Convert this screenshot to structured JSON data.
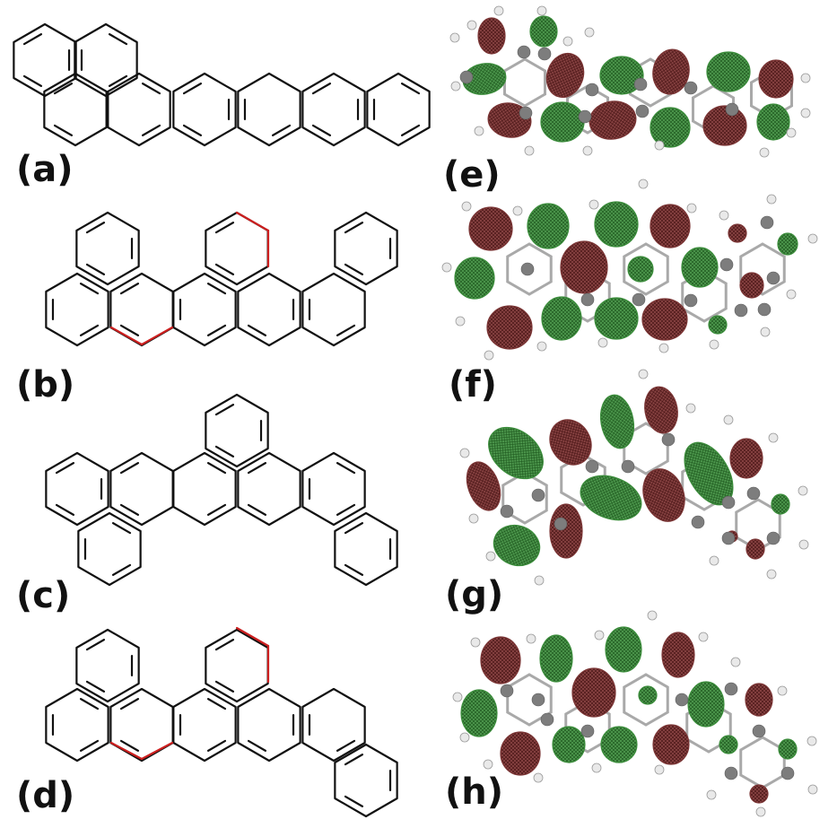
{
  "figure": {
    "panel_labels": {
      "a": "(a)",
      "b": "(b)",
      "c": "(c)",
      "d": "(d)",
      "e": "(e)",
      "f": "(f)",
      "g": "(g)",
      "h": "(h)"
    },
    "colors": {
      "bond": "#111111",
      "highlighted_bond": "#cc1f1f",
      "orbital_positive": "#3a8c3a",
      "orbital_negative": "#7a3434",
      "carbon_atom": "#7d7d7d",
      "hydrogen_atom": "#e9e9e9"
    }
  }
}
